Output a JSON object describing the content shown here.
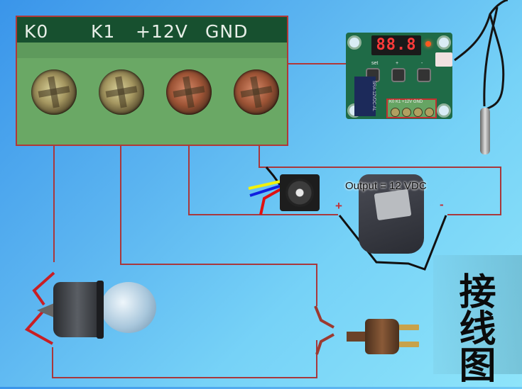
{
  "diagram": {
    "title": "接线图",
    "title_chars": [
      "接",
      "线",
      "图"
    ],
    "terminal_block": {
      "labels": [
        "K0",
        "K1",
        "+12V",
        "GND"
      ]
    },
    "controller": {
      "display_value": "88.8",
      "buttons": [
        "set",
        "+",
        "-"
      ],
      "relay_text": "SRA-12VDC-AL",
      "mini_terminal_labels": "K0 K1 +12V GND"
    },
    "power_adapter": {
      "output_label": "Output = 12 VDC",
      "plus_label": "+",
      "minus_label": "-"
    },
    "components": [
      "terminal-block",
      "temperature-controller",
      "temperature-probe",
      "fan",
      "power-adapter",
      "light-bulb",
      "ac-plug"
    ],
    "colors": {
      "wire": "#b03838",
      "adapter_wire": "#111111",
      "fan_wires": [
        "#111111",
        "#f2f20a",
        "#1020e0",
        "#e01010"
      ]
    }
  }
}
